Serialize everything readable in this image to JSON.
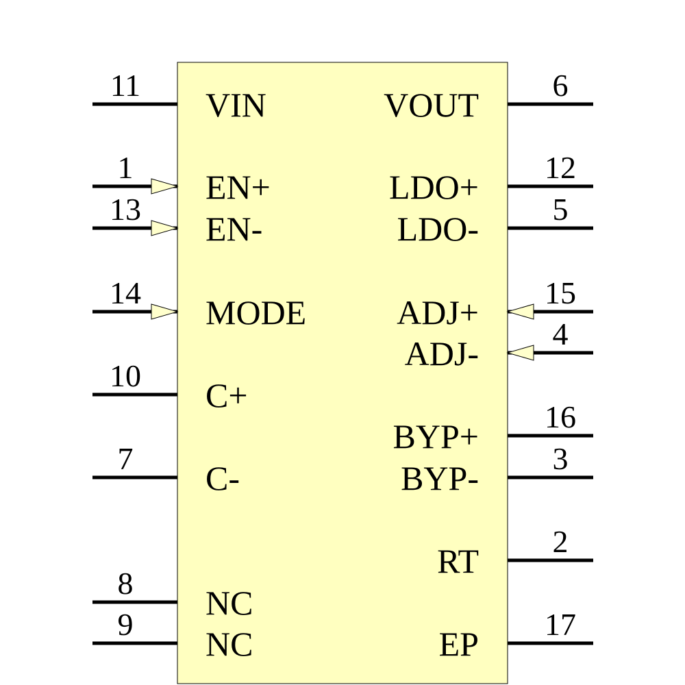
{
  "component": {
    "body_fill": "#ffffc0",
    "body_stroke": "#000000",
    "pin_color": "#000000"
  },
  "left_pins": [
    {
      "number": "11",
      "name": "VIN",
      "marker": false
    },
    {
      "number": "1",
      "name": "EN+",
      "marker": true
    },
    {
      "number": "13",
      "name": "EN-",
      "marker": true
    },
    {
      "number": "14",
      "name": "MODE",
      "marker": true
    },
    {
      "number": "10",
      "name": "C+",
      "marker": false
    },
    {
      "number": "7",
      "name": "C-",
      "marker": false
    },
    {
      "number": "8",
      "name": "NC",
      "marker": false
    },
    {
      "number": "9",
      "name": "NC",
      "marker": false
    }
  ],
  "right_pins": [
    {
      "number": "6",
      "name": "VOUT",
      "marker": false
    },
    {
      "number": "12",
      "name": "LDO+",
      "marker": false
    },
    {
      "number": "5",
      "name": "LDO-",
      "marker": false
    },
    {
      "number": "15",
      "name": "ADJ+",
      "marker": true
    },
    {
      "number": "4",
      "name": "ADJ-",
      "marker": true
    },
    {
      "number": "16",
      "name": "BYP+",
      "marker": false
    },
    {
      "number": "3",
      "name": "BYP-",
      "marker": false
    },
    {
      "number": "2",
      "name": "RT",
      "marker": false
    },
    {
      "number": "17",
      "name": "EP",
      "marker": false
    }
  ]
}
